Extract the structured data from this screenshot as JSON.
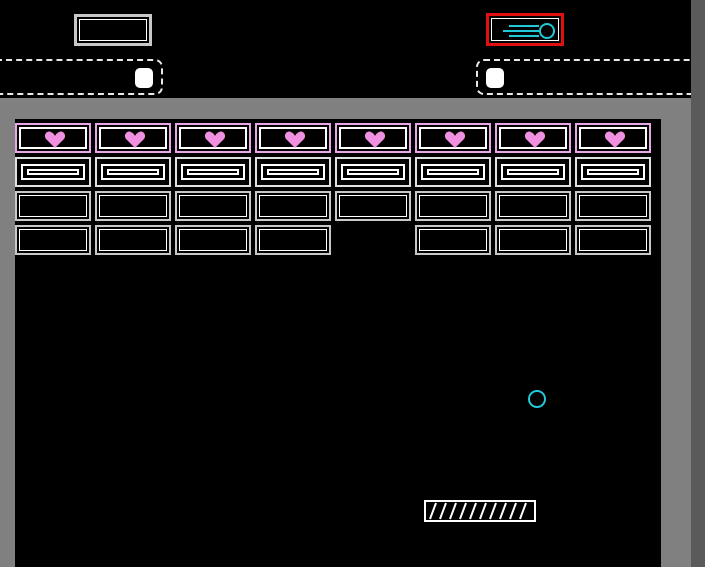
{
  "hud": {
    "life_slot": {
      "icon": "empty-slot-icon"
    },
    "powerup": {
      "icon": "speed-ball-icon",
      "border_color": "#e01010",
      "icon_color": "#20c8d8"
    },
    "left_meter": {
      "icon": "dashed-meter-icon",
      "level": 1.0
    },
    "right_meter": {
      "icon": "dashed-meter-icon",
      "level": 0.0
    }
  },
  "bricks": {
    "rows": [
      [
        "heart",
        "heart",
        "heart",
        "heart",
        "heart",
        "heart",
        "heart",
        "heart"
      ],
      [
        "metal",
        "metal",
        "metal",
        "metal",
        "metal",
        "metal",
        "metal",
        "metal"
      ],
      [
        "plain",
        "plain",
        "plain",
        "plain",
        "plain",
        "plain",
        "plain",
        "plain"
      ],
      [
        "plain",
        "plain",
        "plain",
        "plain",
        null,
        "plain",
        "plain",
        "plain"
      ]
    ],
    "colors": {
      "heart_border": "#e8a8e8",
      "heart_fill": "#f090e0",
      "metal": "#e0e0e0",
      "plain": "#c8c8c8"
    }
  },
  "ball": {
    "color": "#20c8d8"
  },
  "paddle": {
    "color": "#ffffff"
  },
  "walls": {
    "color": "#808080"
  }
}
